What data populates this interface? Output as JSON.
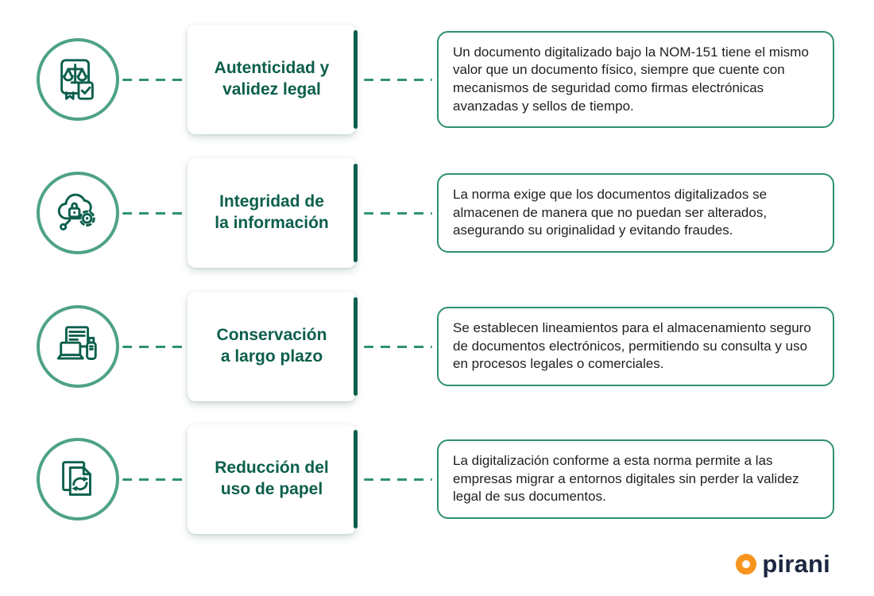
{
  "rows": [
    {
      "icon": "legal-scales-document-icon",
      "title": "Autenticidad y\nvalidez legal",
      "description": "Un documento digitalizado bajo la NOM-151 tiene el mismo valor que un documento físico, siempre que cuente con mecanismos de seguridad como firmas electrónicas avanzadas y sellos de tiempo."
    },
    {
      "icon": "cloud-lock-gear-icon",
      "title": "Integridad de\nla información",
      "description": "La norma exige que los documentos digitalizados se almacenen de manera que no puedan ser alterados, asegurando su originalidad y evitando fraudes."
    },
    {
      "icon": "documents-storage-icon",
      "title": "Conservación\na largo plazo",
      "description": "Se establecen lineamientos para el almacenamiento seguro de documentos electrónicos, permitiendo su consulta y uso en procesos legales o comerciales."
    },
    {
      "icon": "paper-recycle-icon",
      "title": "Reducción del\nuso de papel",
      "description": "La digitalización conforme a esta norma permite a las empresas migrar a entornos digitales sin perder la validez legal de sus documentos."
    }
  ],
  "logo": {
    "text": "pirani"
  },
  "colors": {
    "accent_green_dark": "#0c5f4c",
    "border_green": "#2f9173",
    "circle_green": "#4ea287",
    "body_text": "#1f1f1d",
    "logo_orange": "#f7941d",
    "logo_navy": "#1c2640",
    "background": "#ffffff"
  }
}
